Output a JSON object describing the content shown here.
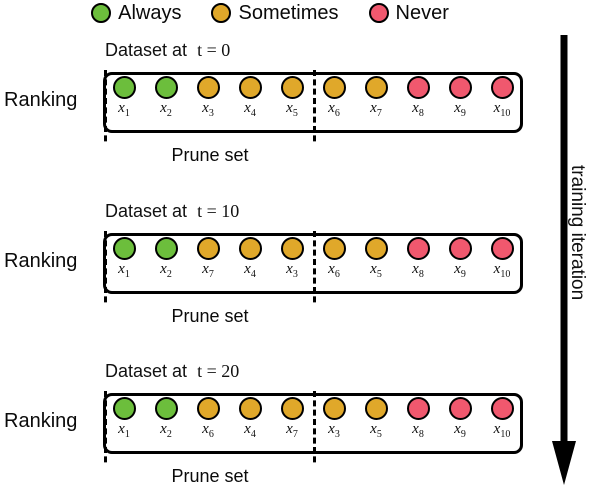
{
  "legend": {
    "items": [
      {
        "label": "Always",
        "color": "#6CBE3C",
        "icon": "circle-icon"
      },
      {
        "label": "Sometimes",
        "color": "#E0A82A",
        "icon": "circle-icon"
      },
      {
        "label": "Never",
        "color": "#F0586E",
        "icon": "circle-icon"
      }
    ]
  },
  "axis": {
    "training_iteration_label": "training iteration",
    "arrow_direction": "down"
  },
  "blocks": [
    {
      "title_prefix": "Dataset at",
      "title_math": "t = 0",
      "t": 0,
      "ranking_label": "Ranking",
      "prune_label": "Prune set",
      "prune_count": 5,
      "cells": [
        {
          "label": "x",
          "sub": "1",
          "category": "Always",
          "color": "#6CBE3C"
        },
        {
          "label": "x",
          "sub": "2",
          "category": "Always",
          "color": "#6CBE3C"
        },
        {
          "label": "x",
          "sub": "3",
          "category": "Sometimes",
          "color": "#E0A82A"
        },
        {
          "label": "x",
          "sub": "4",
          "category": "Sometimes",
          "color": "#E0A82A"
        },
        {
          "label": "x",
          "sub": "5",
          "category": "Sometimes",
          "color": "#E0A82A"
        },
        {
          "label": "x",
          "sub": "6",
          "category": "Sometimes",
          "color": "#E0A82A"
        },
        {
          "label": "x",
          "sub": "7",
          "category": "Sometimes",
          "color": "#E0A82A"
        },
        {
          "label": "x",
          "sub": "8",
          "category": "Never",
          "color": "#F0586E"
        },
        {
          "label": "x",
          "sub": "9",
          "category": "Never",
          "color": "#F0586E"
        },
        {
          "label": "x",
          "sub": "10",
          "category": "Never",
          "color": "#F0586E"
        }
      ]
    },
    {
      "title_prefix": "Dataset at",
      "title_math": "t = 10",
      "t": 10,
      "ranking_label": "Ranking",
      "prune_label": "Prune set",
      "prune_count": 5,
      "cells": [
        {
          "label": "x",
          "sub": "1",
          "category": "Always",
          "color": "#6CBE3C"
        },
        {
          "label": "x",
          "sub": "2",
          "category": "Always",
          "color": "#6CBE3C"
        },
        {
          "label": "x",
          "sub": "7",
          "category": "Sometimes",
          "color": "#E0A82A"
        },
        {
          "label": "x",
          "sub": "4",
          "category": "Sometimes",
          "color": "#E0A82A"
        },
        {
          "label": "x",
          "sub": "3",
          "category": "Sometimes",
          "color": "#E0A82A"
        },
        {
          "label": "x",
          "sub": "6",
          "category": "Sometimes",
          "color": "#E0A82A"
        },
        {
          "label": "x",
          "sub": "5",
          "category": "Sometimes",
          "color": "#E0A82A"
        },
        {
          "label": "x",
          "sub": "8",
          "category": "Never",
          "color": "#F0586E"
        },
        {
          "label": "x",
          "sub": "9",
          "category": "Never",
          "color": "#F0586E"
        },
        {
          "label": "x",
          "sub": "10",
          "category": "Never",
          "color": "#F0586E"
        }
      ]
    },
    {
      "title_prefix": "Dataset at",
      "title_math": "t = 20",
      "t": 20,
      "ranking_label": "Ranking",
      "prune_label": "Prune set",
      "prune_count": 5,
      "cells": [
        {
          "label": "x",
          "sub": "1",
          "category": "Always",
          "color": "#6CBE3C"
        },
        {
          "label": "x",
          "sub": "2",
          "category": "Always",
          "color": "#6CBE3C"
        },
        {
          "label": "x",
          "sub": "6",
          "category": "Sometimes",
          "color": "#E0A82A"
        },
        {
          "label": "x",
          "sub": "4",
          "category": "Sometimes",
          "color": "#E0A82A"
        },
        {
          "label": "x",
          "sub": "7",
          "category": "Sometimes",
          "color": "#E0A82A"
        },
        {
          "label": "x",
          "sub": "3",
          "category": "Sometimes",
          "color": "#E0A82A"
        },
        {
          "label": "x",
          "sub": "5",
          "category": "Sometimes",
          "color": "#E0A82A"
        },
        {
          "label": "x",
          "sub": "8",
          "category": "Never",
          "color": "#F0586E"
        },
        {
          "label": "x",
          "sub": "9",
          "category": "Never",
          "color": "#F0586E"
        },
        {
          "label": "x",
          "sub": "10",
          "category": "Never",
          "color": "#F0586E"
        }
      ]
    }
  ]
}
